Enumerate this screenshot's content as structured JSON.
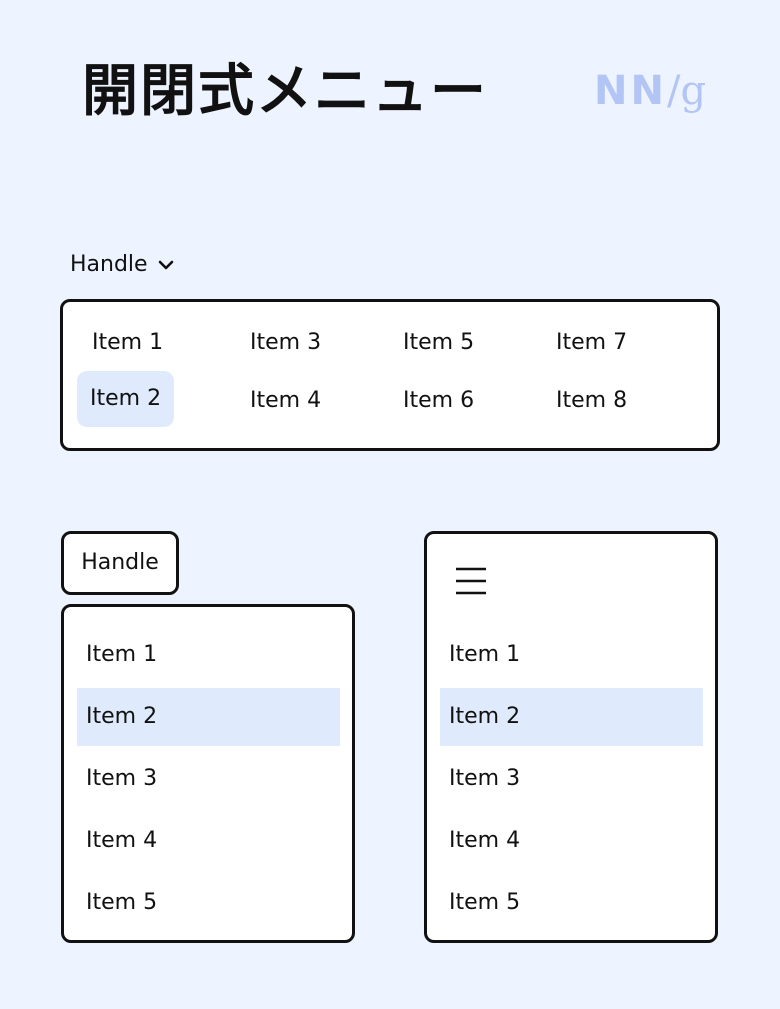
{
  "title": "開閉式メニュー",
  "logo": {
    "nn": "NN",
    "slash": "/",
    "g": "g"
  },
  "colors": {
    "background": "#edf3ff",
    "selected": "#dfeafd",
    "logo": "#b3c5f4",
    "border": "#111111"
  },
  "horizontal_menu": {
    "handle_label": "Handle",
    "handle_icon": "chevron-down-icon",
    "items": [
      "Item 1",
      "Item 2",
      "Item 3",
      "Item 4",
      "Item 5",
      "Item 6",
      "Item 7",
      "Item 8"
    ],
    "selected_item": "Item 2"
  },
  "button_menu": {
    "handle_label": "Handle",
    "items": [
      "Item 1",
      "Item 2",
      "Item 3",
      "Item 4",
      "Item 5"
    ],
    "selected_item": "Item 2"
  },
  "hamburger_menu": {
    "icon": "hamburger-icon",
    "items": [
      "Item 1",
      "Item 2",
      "Item 3",
      "Item 4",
      "Item 5"
    ],
    "selected_item": "Item 2"
  }
}
